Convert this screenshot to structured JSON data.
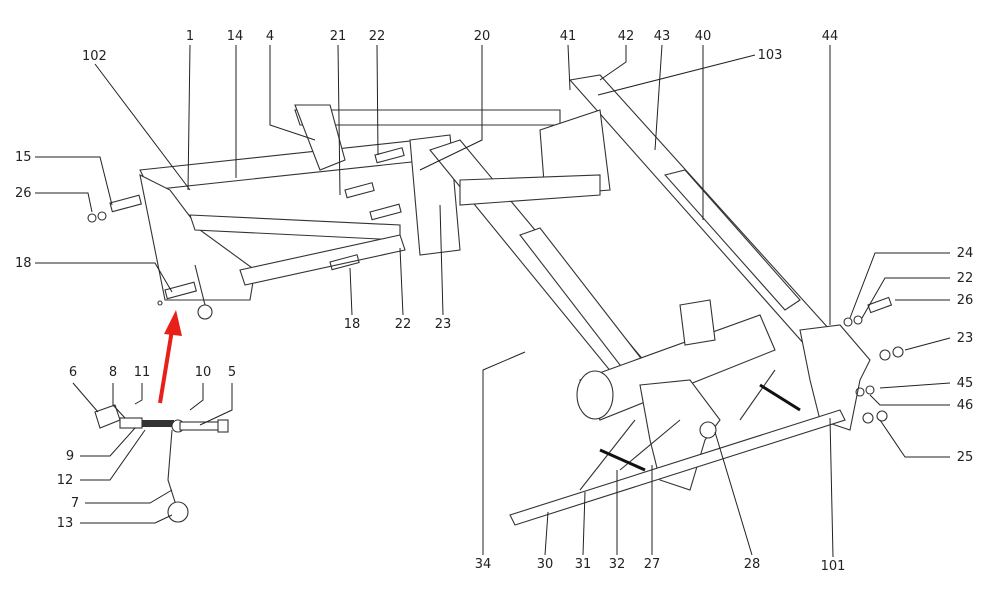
{
  "diagram": {
    "callouts": [
      "102",
      "1",
      "14",
      "4",
      "21",
      "22",
      "20",
      "41",
      "42",
      "43",
      "40",
      "103",
      "44",
      "15",
      "26",
      "18",
      "18",
      "22",
      "23",
      "24",
      "22",
      "26",
      "23",
      "45",
      "46",
      "25",
      "6",
      "8",
      "11",
      "10",
      "5",
      "9",
      "12",
      "7",
      "13",
      "34",
      "30",
      "31",
      "32",
      "27",
      "28",
      "101"
    ],
    "arrow_color": "#e8201a",
    "line_color": "#222222"
  }
}
